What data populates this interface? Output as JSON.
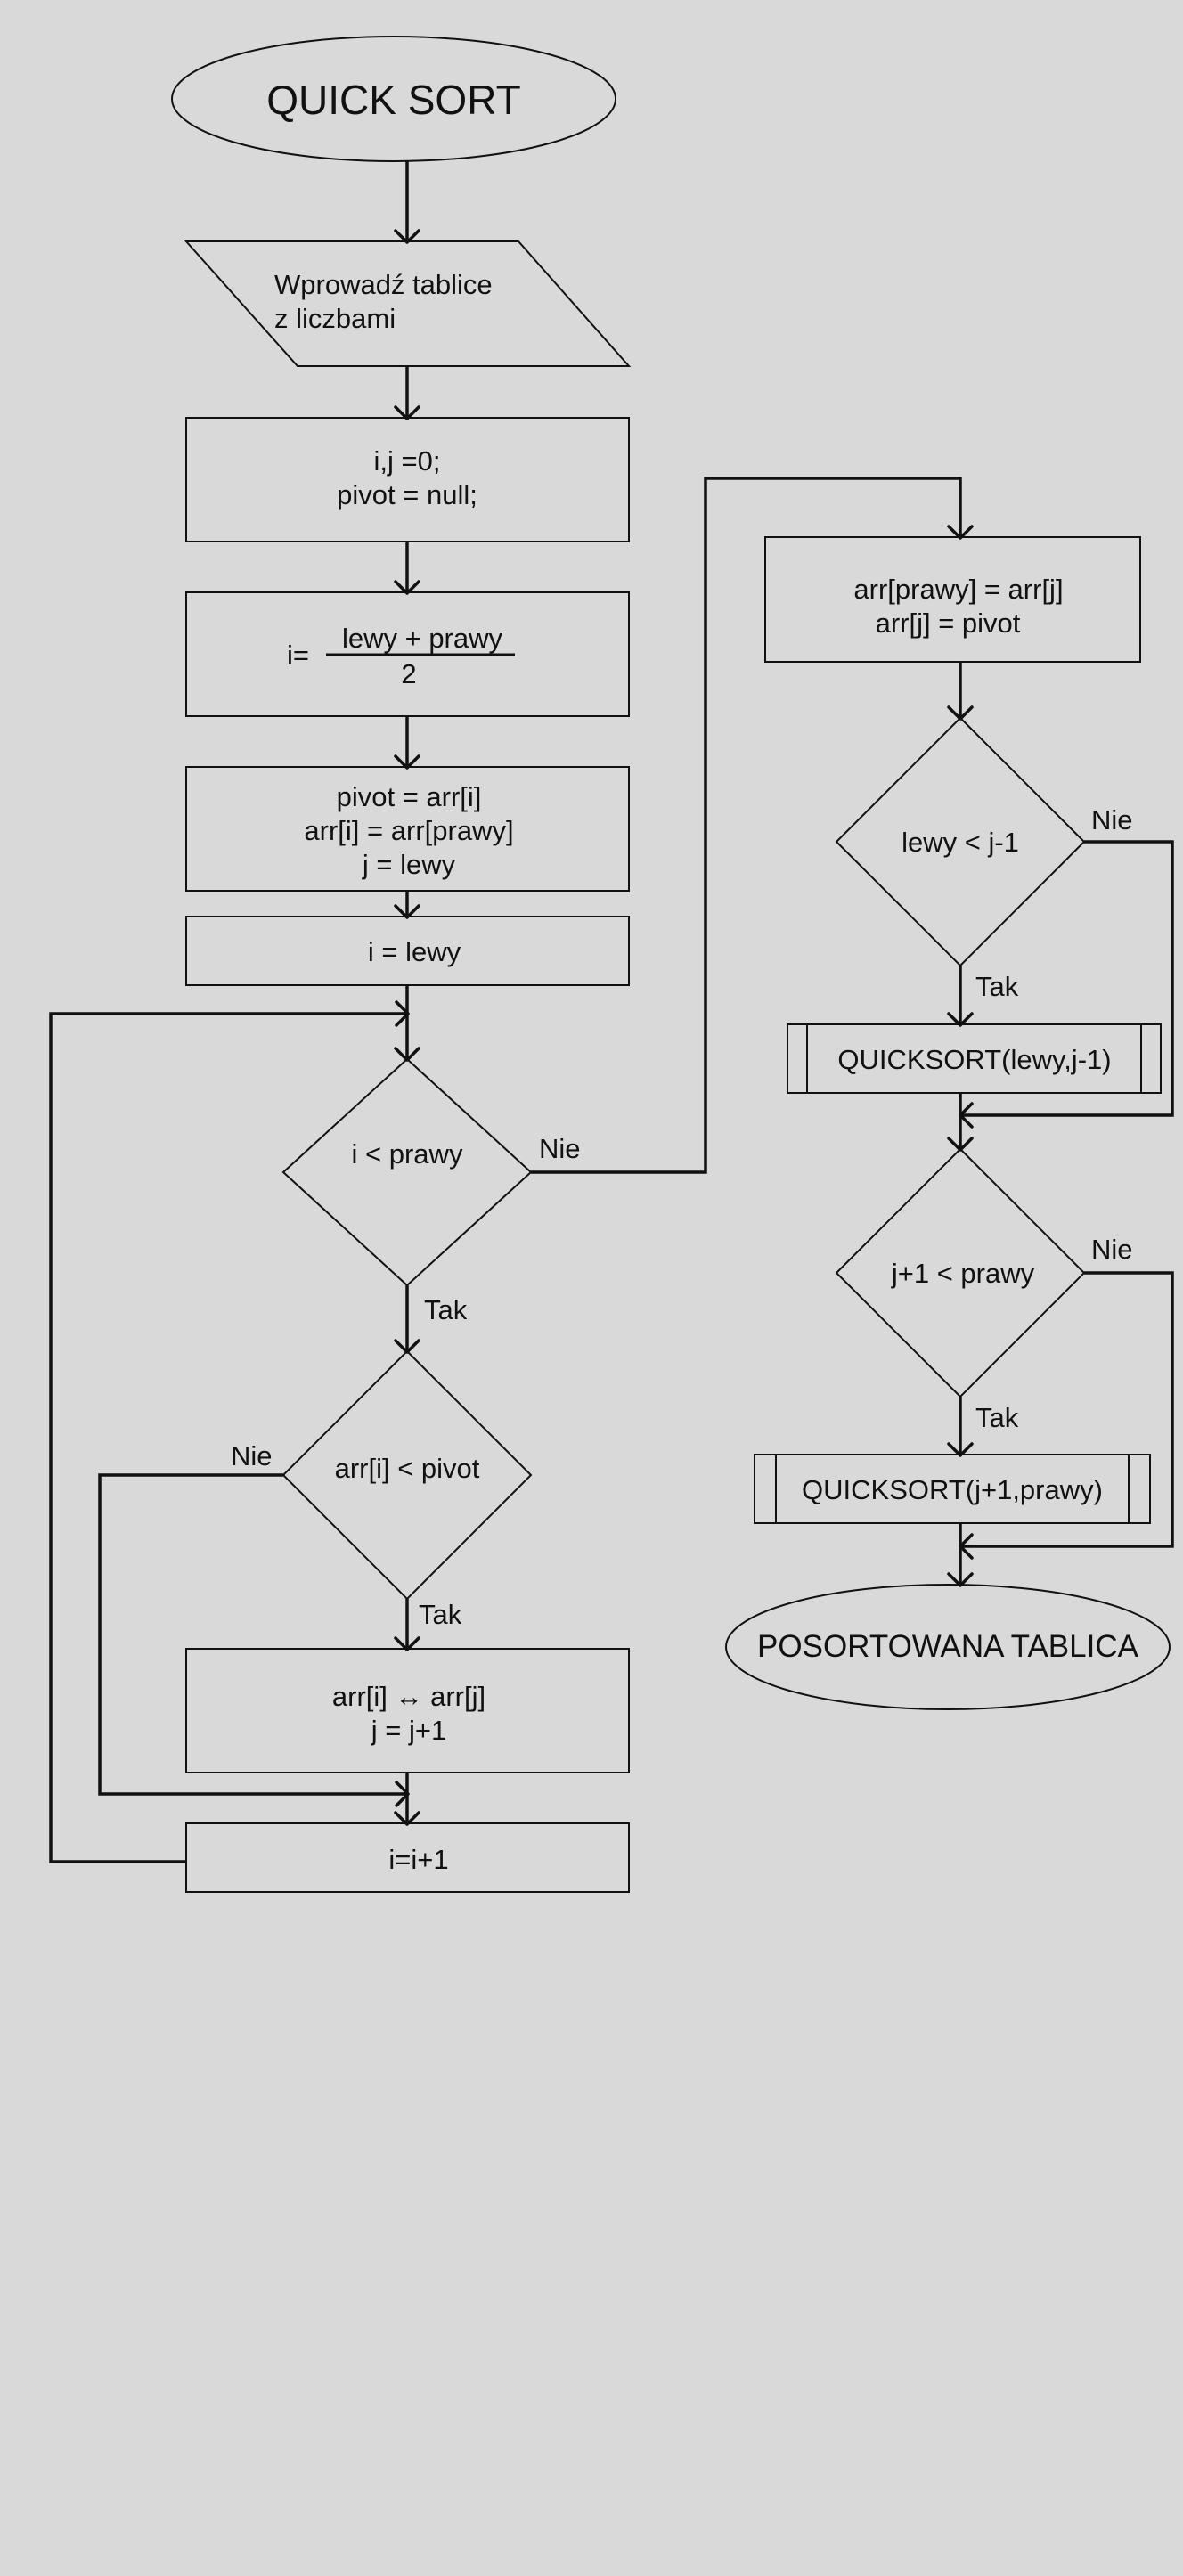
{
  "start": {
    "label": "QUICK SORT"
  },
  "input": {
    "line1": "Wprowadź tablice",
    "line2": "z liczbami"
  },
  "init": {
    "line1": "i,j =0;",
    "line2": "pivot = null;"
  },
  "mid": {
    "prefix": "i=",
    "numerator": "lewy + prawy",
    "denominator": "2"
  },
  "assign": {
    "line1": "pivot = arr[i]",
    "line2": "arr[i] = arr[prawy]",
    "line3": "j = lewy"
  },
  "i_init": {
    "label": "i = lewy"
  },
  "cond_prawy": {
    "label": "i  < prawy"
  },
  "cond_pivot": {
    "label": "arr[i] < pivot"
  },
  "swap": {
    "line1": "arr[i] ↔ arr[j]",
    "line2": "j = j+1"
  },
  "increment": {
    "label": "i=i+1"
  },
  "final_assign": {
    "line1": "arr[prawy] = arr[j]",
    "line2": "arr[j] = pivot"
  },
  "cond_left": {
    "label": "lewy < j-1"
  },
  "call_left": {
    "label": "QUICKSORT(lewy,j-1)"
  },
  "cond_right": {
    "label": "j+1 < prawy"
  },
  "call_right": {
    "label": "QUICKSORT(j+1,prawy)"
  },
  "end": {
    "label": "POSORTOWANA TABLICA"
  },
  "edge_labels": {
    "yes": "Tak",
    "no": "Nie"
  }
}
